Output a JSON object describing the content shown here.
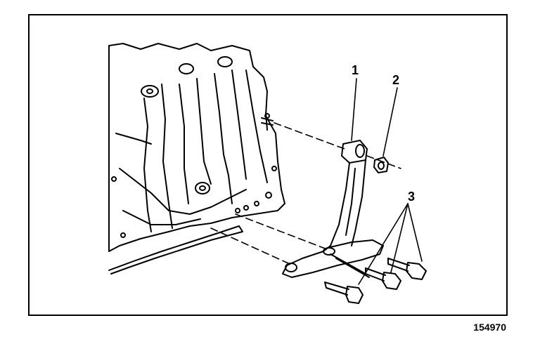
{
  "diagram": {
    "callouts": [
      {
        "id": "1",
        "label": "1"
      },
      {
        "id": "2",
        "label": "2"
      },
      {
        "id": "3",
        "label": "3"
      }
    ],
    "figure_number": "154970"
  },
  "colors": {
    "ink": "#000000",
    "paper": "#ffffff"
  }
}
